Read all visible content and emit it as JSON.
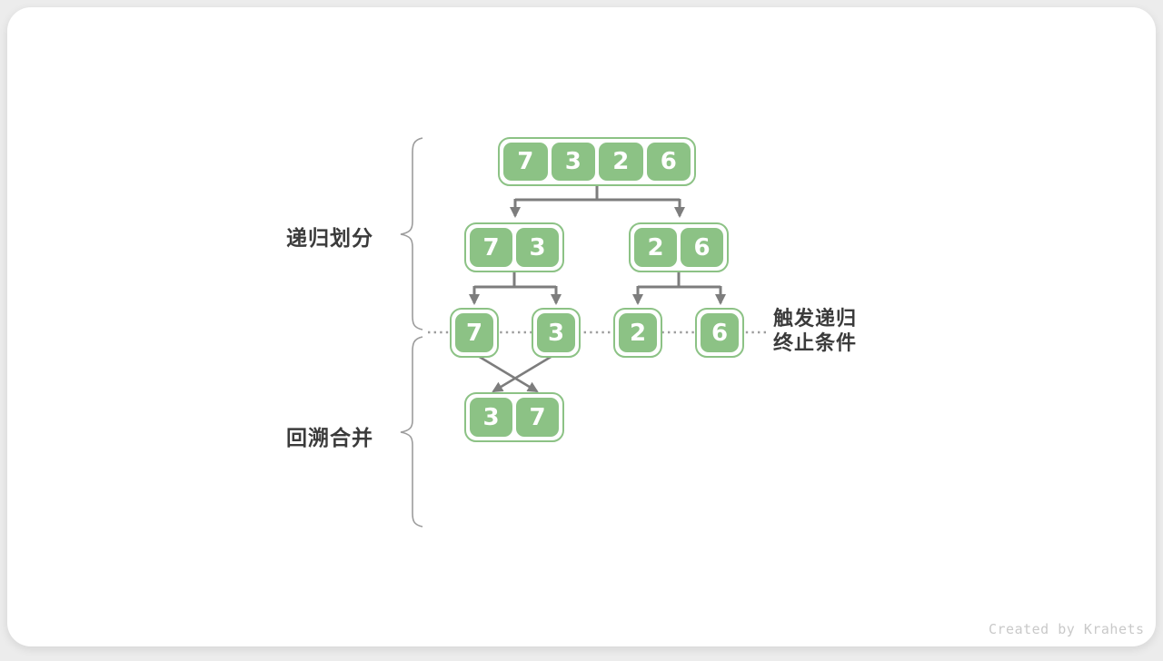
{
  "labels": {
    "divide": "递归划分",
    "merge": "回溯合并",
    "terminate_line1": "触发递归",
    "terminate_line2": "终止条件"
  },
  "tree": {
    "level1": {
      "values": [
        "7",
        "3",
        "2",
        "6"
      ]
    },
    "level2": {
      "groups": [
        {
          "values": [
            "7",
            "3"
          ]
        },
        {
          "values": [
            "2",
            "6"
          ]
        }
      ]
    },
    "level3": {
      "values": [
        "7",
        "3",
        "2",
        "6"
      ]
    },
    "level4": {
      "values": [
        "3",
        "7"
      ]
    }
  },
  "watermark": "Created by Krahets",
  "colors": {
    "cell_green": "#8cc285",
    "arrow_gray": "#7d7d7d",
    "brace_gray": "#9c9c9c",
    "dotted_gray": "#9e9e9e",
    "label_dark": "#3b3b3b",
    "watermark_gray": "#c9c9c9",
    "page_background": "#ececec",
    "card_background": "#ffffff"
  }
}
